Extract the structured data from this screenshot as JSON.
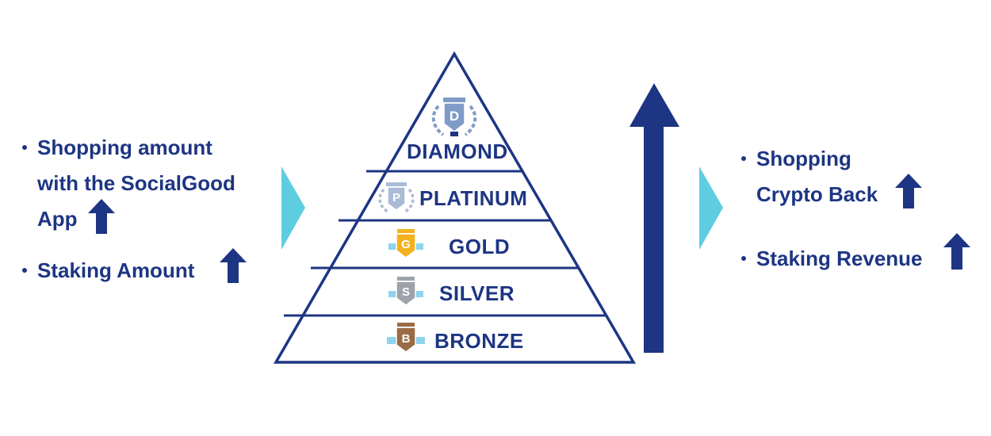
{
  "left_bullets": [
    {
      "lines": [
        "Shopping amount",
        "with the SocialGood",
        "App"
      ]
    },
    {
      "lines": [
        "Staking Amount"
      ]
    }
  ],
  "right_bullets": [
    {
      "lines": [
        "Shopping",
        "Crypto Back"
      ]
    },
    {
      "lines": [
        "Staking Revenue"
      ]
    }
  ],
  "tiers": [
    {
      "name": "DIAMOND",
      "letter": "D",
      "ribbon": "DIAMOND",
      "color": "#7f9cc8"
    },
    {
      "name": "PLATINUM",
      "letter": "P",
      "ribbon": "PLATINUM",
      "color": "#a9bbd6"
    },
    {
      "name": "GOLD",
      "letter": "G",
      "ribbon": "GOLD",
      "color": "#f2b21e"
    },
    {
      "name": "SILVER",
      "letter": "S",
      "ribbon": "SILVER",
      "color": "#9ea2ab"
    },
    {
      "name": "BRONZE",
      "letter": "B",
      "ribbon": "BRONZE",
      "color": "#9a6b44"
    }
  ],
  "colors": {
    "navy": "#1d3583",
    "cyan": "#5fcde0",
    "ribbon_blue": "#8fd3ef"
  }
}
